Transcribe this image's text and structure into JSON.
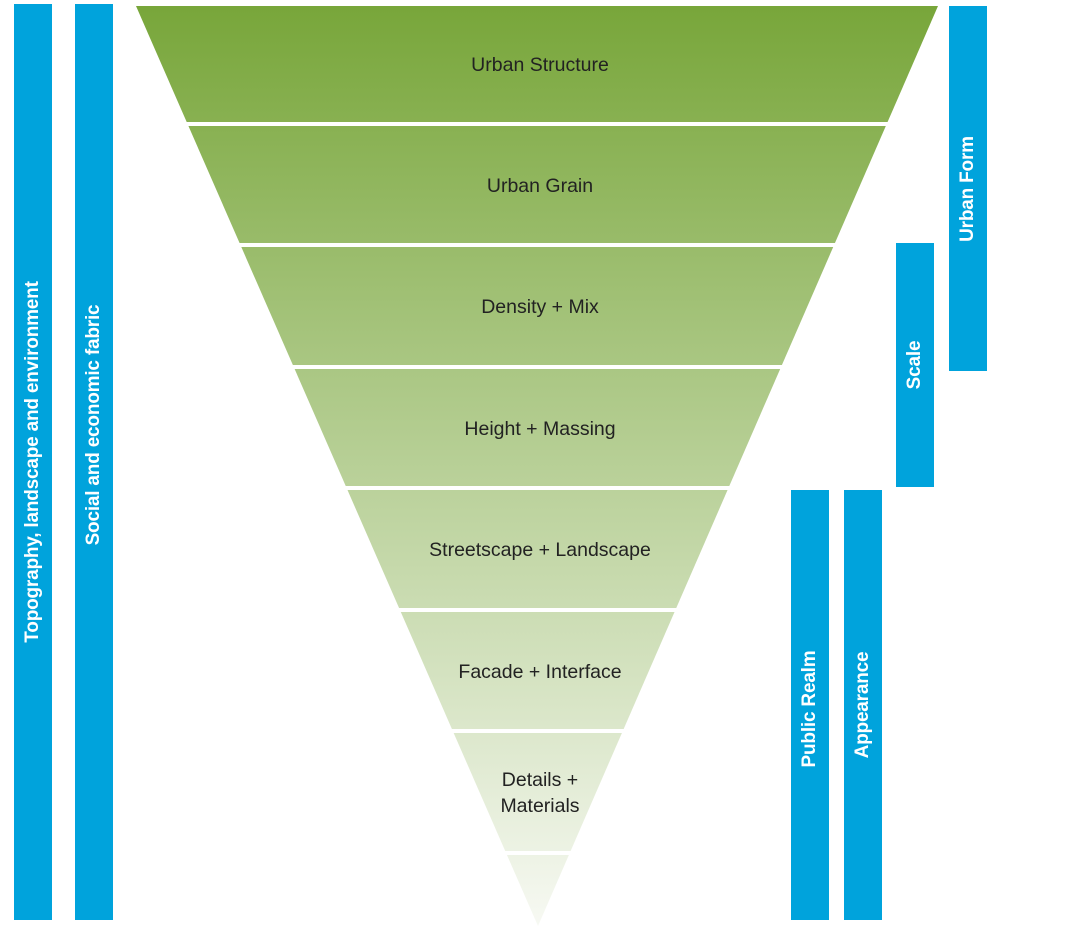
{
  "colors": {
    "bar_blue": "#00a3dc",
    "green_top": "#78a63a",
    "green_bottom": "#f7f9f3",
    "label_text": "#222222",
    "bar_text": "#ffffff"
  },
  "funnel": {
    "tiers": [
      "Urban Structure",
      "Urban Grain",
      "Density + Mix",
      "Height + Massing",
      "Streetscape + Landscape",
      "Facade + Interface",
      "Details + Materials",
      ""
    ]
  },
  "bars": {
    "topography": "Topography, landscape and environment",
    "social": "Social and economic fabric",
    "urban_form": "Urban Form",
    "scale": "Scale",
    "public_realm": "Public Realm",
    "appearance": "Appearance"
  }
}
